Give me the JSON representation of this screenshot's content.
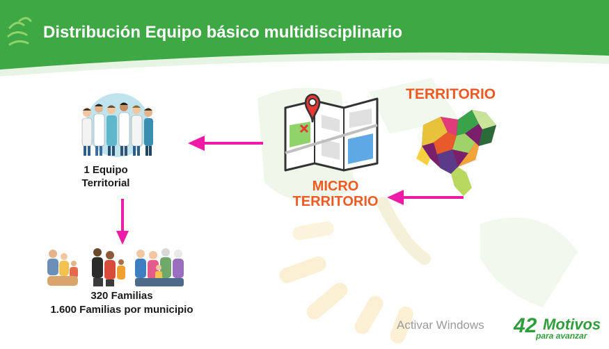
{
  "header": {
    "title": "Distribución Equipo básico multidisciplinario",
    "banner_color": "#3ea844"
  },
  "team": {
    "label": "1 Equipo Territorial",
    "icon": "medical-team-icon"
  },
  "families": {
    "line1": "320 Familias",
    "line2": "1.600 Familias por municipio",
    "icon": "families-icon"
  },
  "micro_territorio": {
    "label": "MICRO TERRITORIO",
    "icon": "map-pin-icon"
  },
  "territorio": {
    "label": "TERRITORIO",
    "icon": "territory-map-icon"
  },
  "watermark": {
    "text": "Activar Windows"
  },
  "branding": {
    "logo_main": "Motivos",
    "logo_sub": "para avanzar",
    "logo_number": "42"
  },
  "colors": {
    "arrow": "#ee1ba7",
    "accent_orange": "#ee5a24",
    "green": "#3ea844"
  }
}
